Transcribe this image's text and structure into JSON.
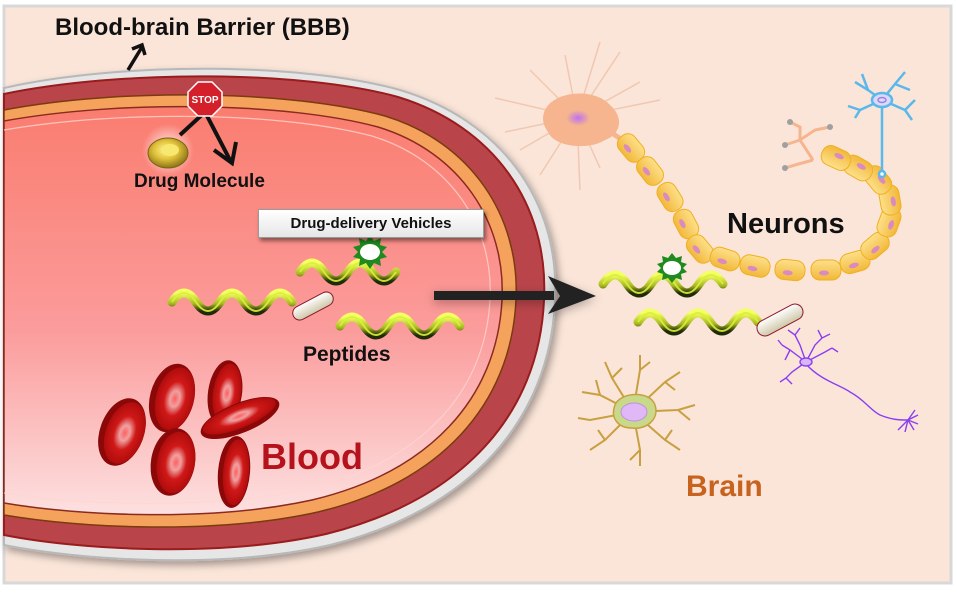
{
  "title": "Blood-brain Barrier (BBB)",
  "labels": {
    "drug_molecule": "Drug Molecule",
    "stop_sign": "STOP",
    "drug_delivery_vehicles": "Drug-delivery Vehicles",
    "peptides": "Peptides",
    "blood": "Blood",
    "neurons": "Neurons",
    "brain": "Brain"
  },
  "colors": {
    "background": "#fbe5d9",
    "blood_text": "#b5121b",
    "brain_text": "#c8621f",
    "vessel_wall": "#a8343a",
    "orange_layer": "#f5a35c",
    "lumen": "#f98a88",
    "stop_red": "#d4202a",
    "helix": "#d8ef3a",
    "cargo_star": "#1f8a1f",
    "myelin": "#f7cb5a",
    "neuron_orange": "#f6b58f",
    "neuron_blue": "#5ab8ea",
    "astrocyte": "#c9d98a",
    "purkinje": "#8a3ff0"
  },
  "elements": [
    {
      "name": "blood-vessel",
      "description": "cross-section of blood vessel with BBB layers"
    },
    {
      "name": "red-blood-cells",
      "count": 6
    },
    {
      "name": "drug-molecule",
      "blocked": true
    },
    {
      "name": "peptide-vehicles-blood",
      "count": 3
    },
    {
      "name": "peptide-vehicles-brain",
      "count": 2
    },
    {
      "name": "transport-arrow",
      "direction": "blood-to-brain"
    },
    {
      "name": "myelinated-neuron"
    },
    {
      "name": "blue-pyramidal-neuron"
    },
    {
      "name": "astrocyte"
    },
    {
      "name": "purkinje-neuron"
    }
  ]
}
